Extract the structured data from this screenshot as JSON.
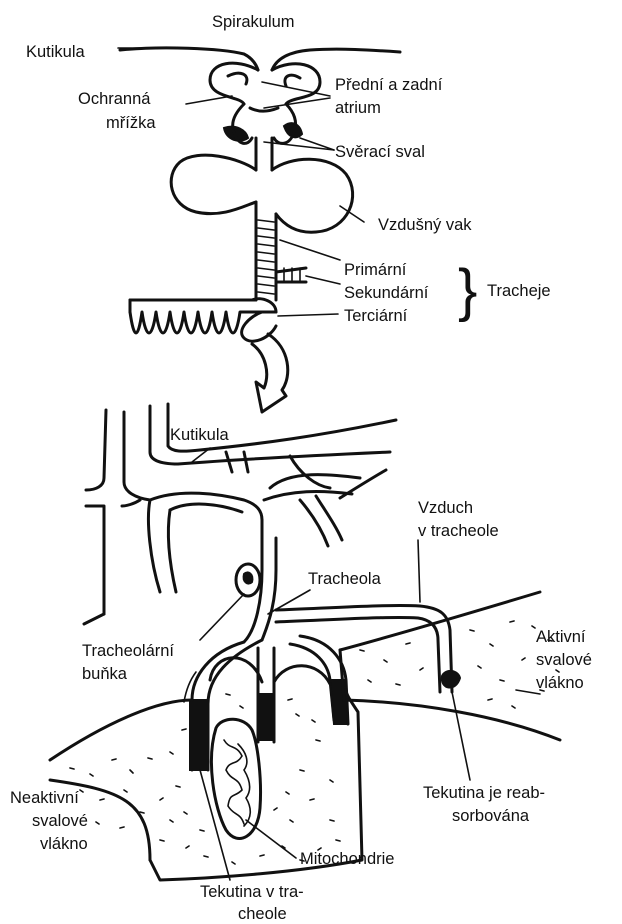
{
  "labels": {
    "spiracle": "Spirakulum",
    "cuticle_top": "Kutikula",
    "guard_grid": [
      "Ochranná",
      "mřížka"
    ],
    "atrium": [
      "Přední a zadní",
      "atrium"
    ],
    "sphincter": "Svěrací sval",
    "air_sac": "Vzdušný vak",
    "primary": "Primární",
    "secondary": "Sekundární",
    "tertiary": "Terciární",
    "tracheae": "Tracheje",
    "cuticle_bottom": "Kutikula",
    "air_in_tracheole": [
      "Vzduch",
      "v tracheole"
    ],
    "tracheole": "Tracheola",
    "tracheolar_cell": [
      "Tracheolární",
      "buňka"
    ],
    "active_fiber": [
      "Aktivní",
      "svalové",
      "vlákno"
    ],
    "inactive_fiber": [
      "Neaktivní",
      "svalové",
      "vlákno"
    ],
    "fluid_reabsorbed": [
      "Tekutina je reab-",
      "sorbována"
    ],
    "mitochondria": "Mitochondrie",
    "fluid_in_tracheole": [
      "Tekutina v tra-",
      "cheole"
    ]
  },
  "colors": {
    "ink": "#111111",
    "background": "#ffffff"
  }
}
